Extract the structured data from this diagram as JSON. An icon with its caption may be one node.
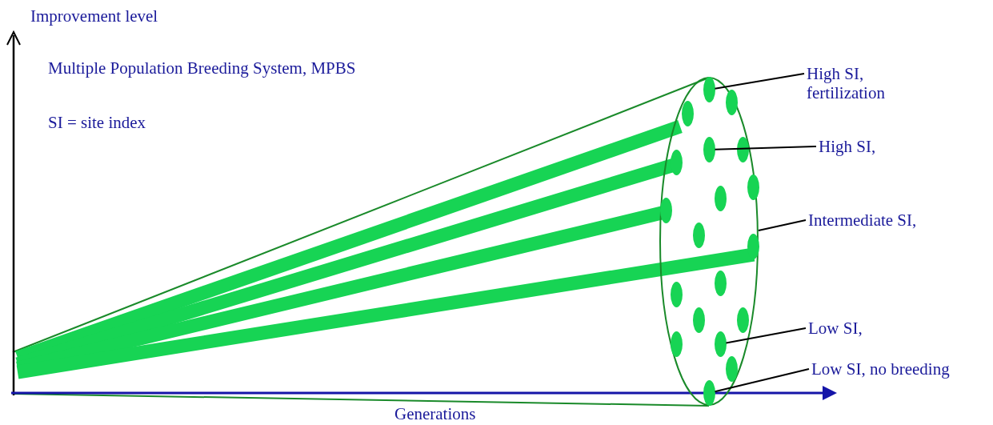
{
  "diagram": {
    "nodes": [
      {
        "text": [],
        "shape": "circle"
      },
      {
        "text": [],
        "shape": "circle",
        "in": 0
      },
      {
        "text": [],
        "shape": "circle",
        "in": 0
      },
      {
        "text": [],
        "shape": "circle",
        "in": 0
      },
      {
        "text": [],
        "shape": "circle",
        "in": 0
      },
      {
        "text": [],
        "shape": "circle",
        "in": 0
      },
      {
        "text": [],
        "shape": "circle",
        "in": 0
      },
      {
        "text": [],
        "shape": "circle",
        "in": 0
      },
      {
        "text": [],
        "shape": "circle",
        "in": 0
      },
      {
        "text": [],
        "shape": "circle",
        "in": 0
      },
      {
        "text": [],
        "shape": "circle",
        "in": 0
      },
      {
        "text": [],
        "shape": "circle",
        "in": 0
      },
      {
        "text": [],
        "shape": "circle",
        "in": 0
      },
      {
        "text": [],
        "shape": "circle",
        "in": 0
      },
      {
        "text": [],
        "shape": "circle",
        "in": 0
      },
      {
        "text": [],
        "shape": "circle",
        "in": 0
      },
      {
        "text": [],
        "shape": "circle",
        "in": 0
      },
      {
        "text": [],
        "shape": "circle",
        "in": 0
      },
      {
        "text": [],
        "shape": "circle",
        "in": 0
      },
      {
        "text": [],
        "shape": "circle",
        "in": 0
      },
      {
        "text": [
          "High SI, fertilization"
        ]
      },
      {
        "text": [
          "High SI,"
        ]
      },
      {
        "text": [
          "Intermediate SI,"
        ]
      },
      {
        "text": [
          "Low SI,"
        ]
      },
      {
        "text": [
          "Low SI, no breeding"
        ]
      }
    ],
    "edges": [
      {
        "from": 20,
        "to": 1,
        "arrow": "none"
      },
      {
        "from": 21,
        "to": 4,
        "arrow": "none"
      },
      {
        "from": 22,
        "to": 0,
        "arrow": "none"
      },
      {
        "from": 23,
        "to": 17,
        "arrow": "none"
      },
      {
        "from": 24,
        "to": 19,
        "arrow": "none"
      }
    ],
    "labels": [
      "Improvement level",
      "Multiple Population Breeding System, MPBS",
      "SI = site index",
      "Generations"
    ]
  }
}
